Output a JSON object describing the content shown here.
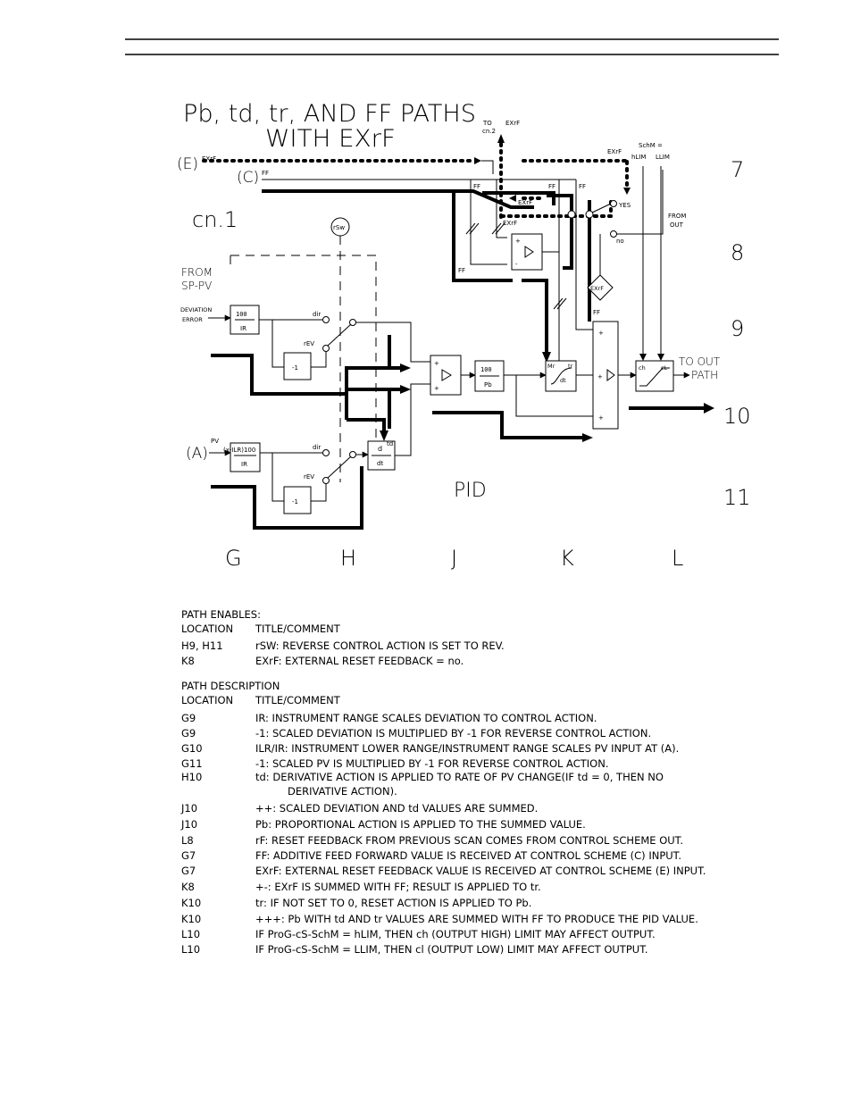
{
  "diagram": {
    "title_line1": "Pb, td, tr, AND FF PATHS",
    "title_line2": "WITH EXrF",
    "section": "cn.1",
    "inputs": {
      "e": "(E)",
      "e_tag": "EXrF",
      "c": "(C)",
      "c_tag": "FF",
      "a": "(A)",
      "a_tag": "PV",
      "from_sp_pv_1": "FROM",
      "from_sp_pv_2": "SP-PV",
      "deviation_1": "DEVIATION",
      "deviation_2": "ERROR"
    },
    "labels": {
      "to_cn2_1": "TO",
      "to_cn2_2": "cn.2",
      "exrf_top": "EXrF",
      "exrf_right": "EXrF",
      "schm_1": "SchM =",
      "hlim": "hLIM",
      "llim": "LLIM",
      "ff1": "FF",
      "ff2": "FF",
      "ff3": "FF",
      "ff4": "FF",
      "ff5": "FF",
      "exrf_mid": "EXrF",
      "exrf_lower": "EXrF",
      "exrf_diamond": "EXrF",
      "yes": "YES",
      "no": "no",
      "from_out_1": "FROM",
      "from_out_2": "OUT",
      "rsw": "rSw",
      "dir1": "dir",
      "rev1": "rEV",
      "dir2": "dir",
      "rev2": "rEV",
      "k100_1": "100",
      "ir1": "IR",
      "neg1_1": "-1",
      "ilr_formula": "(x-ILR)100",
      "ir2": "IR",
      "neg1_2": "-1",
      "k100_2": "100",
      "pb": "Pb",
      "d": "d",
      "td": "td",
      "dt": "dt",
      "mr": "Mr",
      "tr": "tr",
      "dt2": "dt",
      "ch": "ch",
      "cl": "cL",
      "to_out_1": "TO OUT",
      "to_out_2": "PATH",
      "pid": "PID",
      "plus": "+",
      "minus": "-"
    },
    "rows": [
      "7",
      "8",
      "9",
      "10",
      "11"
    ],
    "cols": [
      "G",
      "H",
      "J",
      "K",
      "L"
    ]
  },
  "path_enables": {
    "heading": "PATH ENABLES:",
    "col_location": "LOCATION",
    "col_title": "TITLE/COMMENT",
    "rows": [
      {
        "loc": "H9, H11",
        "text": "rSW: REVERSE CONTROL ACTION IS SET TO REV."
      },
      {
        "loc": "K8",
        "text": "EXrF: EXTERNAL RESET FEEDBACK = no."
      }
    ]
  },
  "path_description": {
    "heading": "PATH DESCRIPTION",
    "col_location": "LOCATION",
    "col_title": "TITLE/COMMENT",
    "rows": [
      {
        "loc": "G9",
        "text": "IR: INSTRUMENT RANGE SCALES DEVIATION TO CONTROL ACTION."
      },
      {
        "loc": "G9",
        "text": "-1: SCALED DEVIATION IS MULTIPLIED BY -1 FOR REVERSE CONTROL ACTION."
      },
      {
        "loc": "G10",
        "text": "ILR/IR: INSTRUMENT LOWER RANGE/INSTRUMENT RANGE SCALES PV INPUT AT (A)."
      },
      {
        "loc": "G11",
        "text": "-1: SCALED PV IS MULTIPLIED BY -1 FOR REVERSE CONTROL ACTION."
      },
      {
        "loc": "H10",
        "text": "td: DERIVATIVE ACTION IS APPLIED TO RATE OF PV CHANGE(IF td = 0, THEN NO",
        "cont": "DERIVATIVE ACTION)."
      },
      {
        "loc": "J10",
        "text": "++: SCALED DEVIATION AND td VALUES ARE SUMMED."
      },
      {
        "loc": "J10",
        "text": "Pb: PROPORTIONAL ACTION IS APPLIED TO THE SUMMED VALUE."
      },
      {
        "loc": "L8",
        "text": "rF: RESET FEEDBACK FROM PREVIOUS SCAN COMES FROM CONTROL SCHEME OUT."
      },
      {
        "loc": "G7",
        "text": "FF:  ADDITIVE FEED FORWARD VALUE IS RECEIVED AT CONTROL SCHEME (C) INPUT."
      },
      {
        "loc": "G7",
        "text": "EXrF:  EXTERNAL RESET FEEDBACK VALUE IS RECEIVED AT CONTROL SCHEME (E) INPUT."
      },
      {
        "loc": "K8",
        "text": "+-: EXrF IS SUMMED WITH FF; RESULT IS APPLIED TO tr."
      },
      {
        "loc": "K10",
        "text": "tr: IF NOT SET TO 0, RESET ACTION IS APPLIED TO Pb."
      },
      {
        "loc": "K10",
        "text": "+++: Pb WITH td AND tr VALUES ARE SUMMED WITH FF TO PRODUCE THE PID VALUE."
      },
      {
        "loc": "L10",
        "text": "IF ProG-cS-SchM = hLIM, THEN ch (OUTPUT HIGH) LIMIT MAY AFFECT OUTPUT."
      },
      {
        "loc": "L10",
        "text": "IF ProG-cS-SchM = LLIM, THEN cl (OUTPUT LOW) LIMIT MAY AFFECT OUTPUT."
      }
    ]
  }
}
